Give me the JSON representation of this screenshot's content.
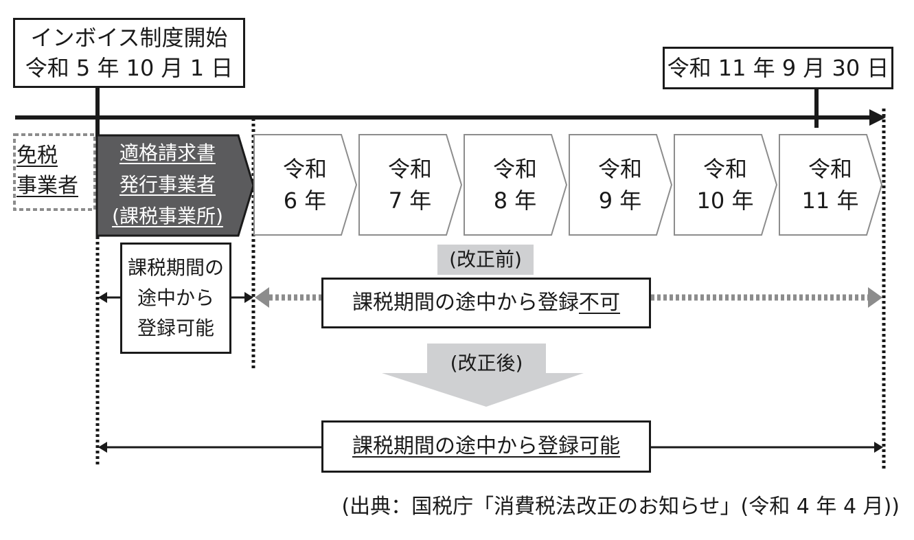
{
  "header": {
    "start_title": "インボイス制度開始",
    "start_date": "令和 5 年 10 月 1 日",
    "end_date": "令和 11 年 9 月 30 日"
  },
  "left_status": {
    "exempt_line1": "免税",
    "exempt_line2": "事業者",
    "issuer_line1": "適格請求書",
    "issuer_line2": "発行事業者",
    "issuer_line3": "(課税事業所)"
  },
  "years": [
    {
      "era": "令和",
      "year": "6 年"
    },
    {
      "era": "令和",
      "year": "7 年"
    },
    {
      "era": "令和",
      "year": "8 年"
    },
    {
      "era": "令和",
      "year": "9 年"
    },
    {
      "era": "令和",
      "year": "10 年"
    },
    {
      "era": "令和",
      "year": "11 年"
    }
  ],
  "before": {
    "label": "(改正前)",
    "allowed_line1": "課税期間の",
    "allowed_line2": "途中から",
    "allowed_line3": "登録可能",
    "disallowed_text": "課税期間の途中から登録",
    "disallowed_emph": "不可"
  },
  "after": {
    "label": "(改正後)",
    "allowed_text": "課税期間の途中から登録可能"
  },
  "source": "(出典：国税庁「消費税法改正のお知らせ」(令和 4 年 4 月))",
  "colors": {
    "ink": "#1a1a1a",
    "issuer_fill": "#5b5b5d",
    "grey_band": "#cfd0d2",
    "dotted_arrow": "#8c8c8c"
  }
}
